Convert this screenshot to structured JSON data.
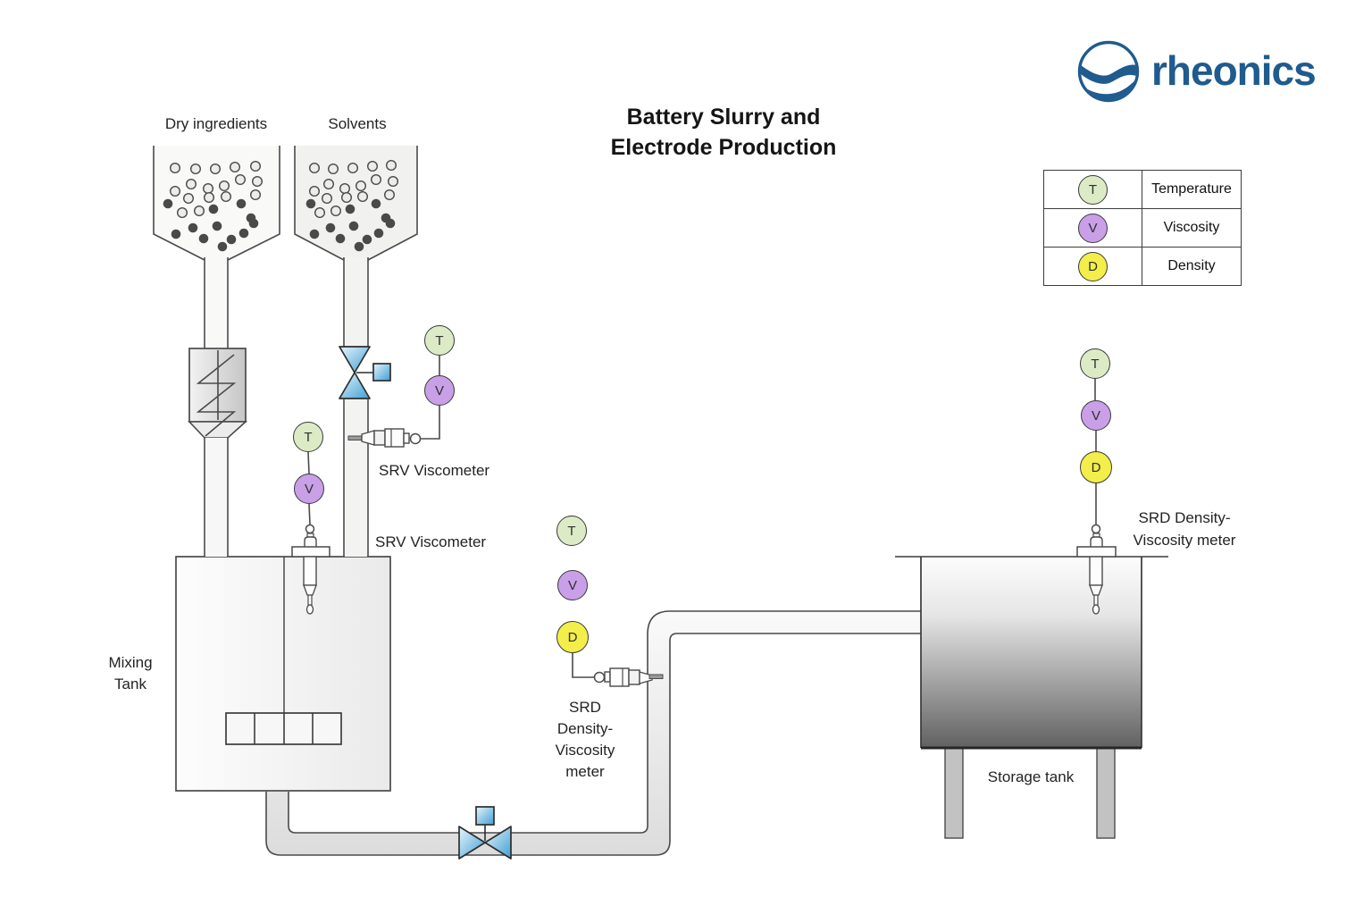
{
  "title": {
    "line1": "Battery Slurry and",
    "line2": "Electrode Production"
  },
  "logo": {
    "brand": "rheonics"
  },
  "legend": {
    "rows": [
      {
        "symbol": "T",
        "label": "Temperature"
      },
      {
        "symbol": "V",
        "label": "Viscosity"
      },
      {
        "symbol": "D",
        "label": "Density"
      }
    ]
  },
  "labels": {
    "hopper_dry": "Dry ingredients",
    "hopper_solvents": "Solvents",
    "srv_viscometer_inline": "SRV Viscometer",
    "srv_viscometer_tank": "SRV Viscometer",
    "mixing_tank_line1": "Mixing",
    "mixing_tank_line2": "Tank",
    "srd_center_line1": "SRD",
    "srd_center_line2": "Density-",
    "srd_center_line3": "Viscosity",
    "srd_center_line4": "meter",
    "srd_right_line1": "SRD Density-",
    "srd_right_line2": "Viscosity meter",
    "storage_tank": "Storage tank"
  },
  "badges": {
    "valve_srv": {
      "t": "T",
      "v": "V"
    },
    "tank_srv": {
      "t": "T",
      "v": "V"
    },
    "center_srd": {
      "t": "T",
      "v": "V",
      "d": "D"
    },
    "right_srd": {
      "t": "T",
      "v": "V",
      "d": "D"
    }
  },
  "colors": {
    "temperature": "#dcebc6",
    "viscosity": "#c99fe8",
    "density": "#f3ee49",
    "valve_blue": "#4aa3d6",
    "logo_blue": "#1f5b8e",
    "outline_gray": "#4a4a4a"
  }
}
